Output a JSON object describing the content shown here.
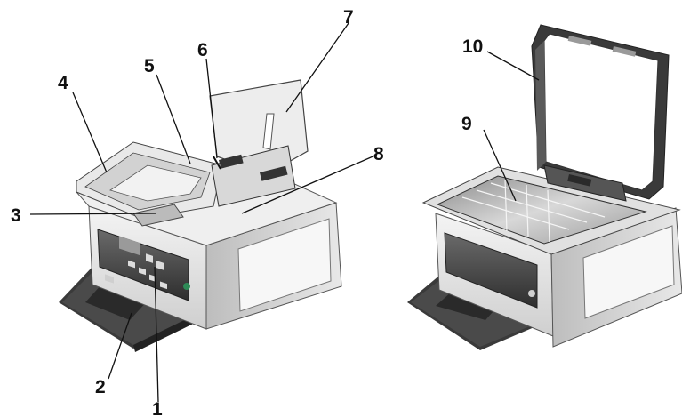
{
  "figure": {
    "callouts": [
      {
        "id": "c1",
        "label": "1"
      },
      {
        "id": "c2",
        "label": "2"
      },
      {
        "id": "c3",
        "label": "3"
      },
      {
        "id": "c4",
        "label": "4"
      },
      {
        "id": "c5",
        "label": "5"
      },
      {
        "id": "c6",
        "label": "6"
      },
      {
        "id": "c7",
        "label": "7"
      },
      {
        "id": "c8",
        "label": "8"
      },
      {
        "id": "c9",
        "label": "9"
      },
      {
        "id": "c10",
        "label": "10"
      }
    ]
  }
}
